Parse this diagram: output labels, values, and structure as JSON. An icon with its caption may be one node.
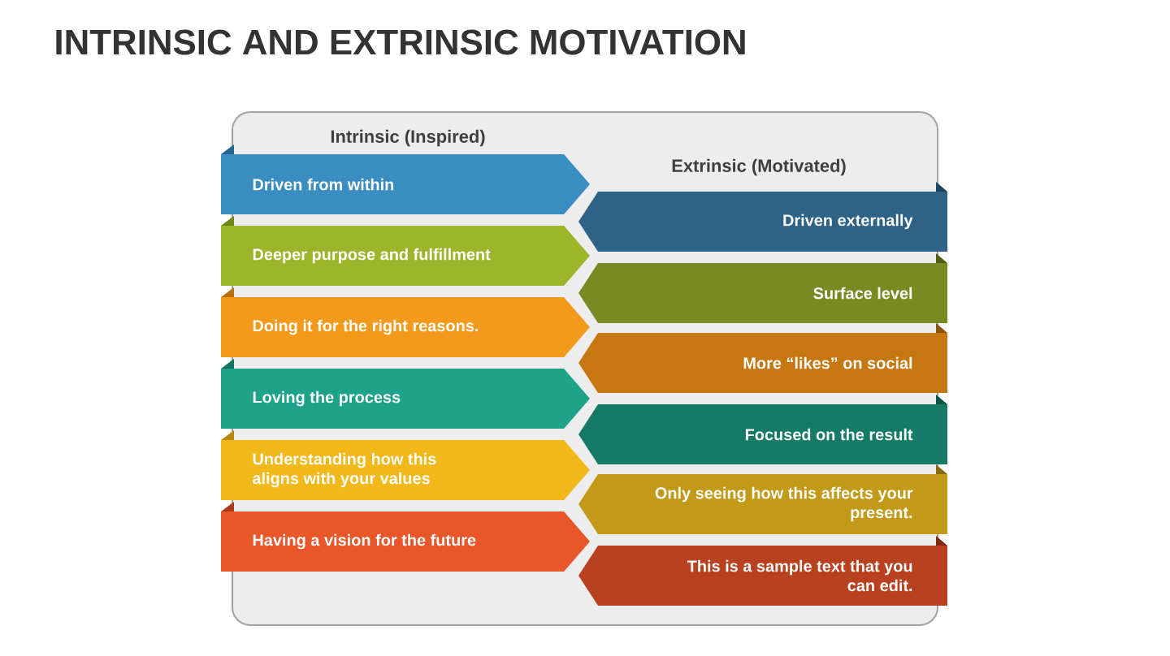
{
  "diagram": {
    "title": "INTRINSIC AND EXTRINSIC MOTIVATION",
    "nodes": [
      {
        "text": [
          "Intrinsic (Inspired)",
          "Extrinsic (Motivated)"
        ]
      },
      {
        "text": [
          "Driven from within"
        ],
        "in": 0
      },
      {
        "text": [
          "Driven externally"
        ],
        "in": 0
      },
      {
        "text": [
          "Deeper purpose and fulfillment"
        ],
        "in": 0
      },
      {
        "text": [
          "Surface level"
        ],
        "in": 0
      },
      {
        "text": [
          "Doing it for the right reasons."
        ],
        "in": 0
      },
      {
        "text": [
          "More “likes” on social"
        ],
        "in": 0
      },
      {
        "text": [
          "Loving the process"
        ],
        "in": 0
      },
      {
        "text": [
          "Focused on the result"
        ],
        "in": 0
      },
      {
        "text": [
          "Understanding how this aligns with your values"
        ],
        "in": 0
      },
      {
        "text": [
          "Only seeing how this affects your present."
        ],
        "in": 0
      },
      {
        "text": [
          "Having a vision for the future"
        ],
        "in": 0
      },
      {
        "text": [
          "This is a sample text that you can edit."
        ],
        "in": 0
      }
    ]
  }
}
